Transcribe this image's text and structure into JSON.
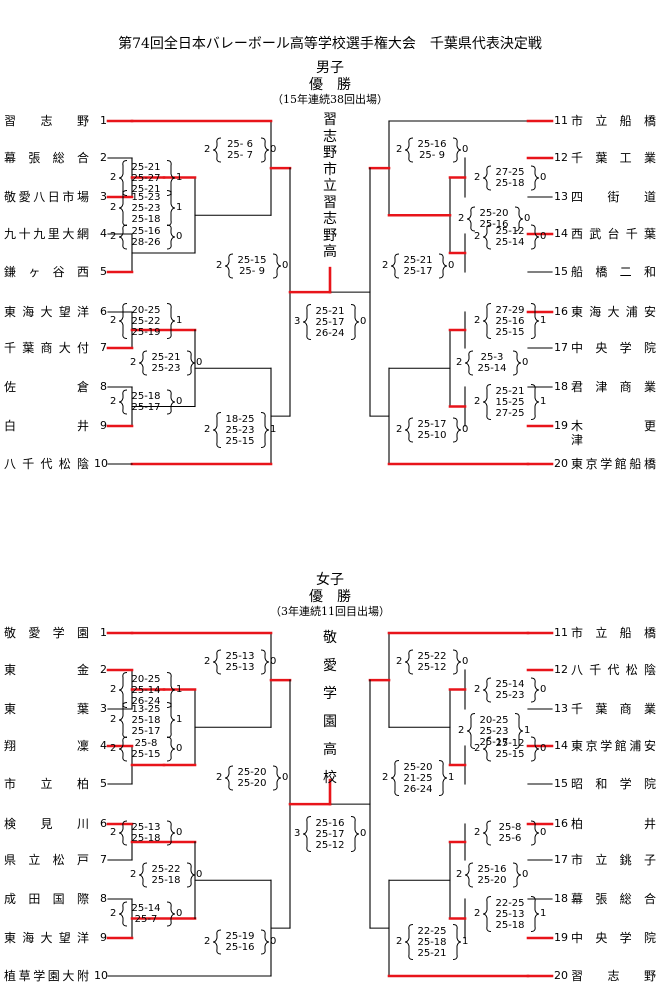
{
  "title": "第74回全日本バレーボール高等学校選手権大会　千葉県代表決定戦",
  "brackets": [
    {
      "division": "男子",
      "result": "優　勝",
      "note": "（15年連続38回出場）",
      "champion": "習志野市立習志野高",
      "left": [
        {
          "no": "1",
          "name": "習　志　野"
        },
        {
          "no": "2",
          "name": "幕張総合"
        },
        {
          "no": "3",
          "name": "敬愛八日市場"
        },
        {
          "no": "4",
          "name": "九十九里大網"
        },
        {
          "no": "5",
          "name": "鎌ヶ谷西"
        },
        {
          "no": "6",
          "name": "東海大望洋"
        },
        {
          "no": "7",
          "name": "千葉商大付"
        },
        {
          "no": "8",
          "name": "佐　　　倉"
        },
        {
          "no": "9",
          "name": "白　　　井"
        },
        {
          "no": "10",
          "name": "八千代松陰"
        }
      ],
      "right": [
        {
          "no": "11",
          "name": "市立船橋"
        },
        {
          "no": "12",
          "name": "千葉工業"
        },
        {
          "no": "13",
          "name": "四　街　道"
        },
        {
          "no": "14",
          "name": "西武台千葉"
        },
        {
          "no": "15",
          "name": "船橋二和"
        },
        {
          "no": "16",
          "name": "東海大浦安"
        },
        {
          "no": "17",
          "name": "中央学院"
        },
        {
          "no": "18",
          "name": "君津商業"
        },
        {
          "no": "19",
          "name": "木　　　更　　　津"
        },
        {
          "no": "20",
          "name": "東京学館船橋"
        }
      ],
      "matches": [
        {
          "w": "2",
          "scores": "25-21\n25-27\n25-21",
          "l": "1"
        },
        {
          "w": "2",
          "scores": "15-23\n25-23\n25-18",
          "l": "1"
        },
        {
          "w": "2",
          "scores": "25-16\n28-26",
          "l": "0"
        },
        {
          "w": "2",
          "scores": "25- 6\n25- 7",
          "l": "0"
        },
        {
          "w": "2",
          "scores": "20-25\n25-22\n25-19",
          "l": "1"
        },
        {
          "w": "2",
          "scores": "25-18\n25-17",
          "l": "0"
        },
        {
          "w": "2",
          "scores": "25-21\n25-23",
          "l": "0"
        },
        {
          "w": "2",
          "scores": "18-25\n25-23\n25-15",
          "l": "1"
        },
        {
          "w": "2",
          "scores": "25-15\n25- 9",
          "l": "0"
        },
        {
          "w": "2",
          "scores": "27-25\n25-18",
          "l": "0"
        },
        {
          "w": "2",
          "scores": "25-12\n25-14",
          "l": "0"
        },
        {
          "w": "2",
          "scores": "25-20\n25-16",
          "l": "0"
        },
        {
          "w": "2",
          "scores": "25-16\n25- 9",
          "l": "0"
        },
        {
          "w": "2",
          "scores": "27-29\n25-16\n25-15",
          "l": "1"
        },
        {
          "w": "2",
          "scores": "25-21\n15-25\n27-25",
          "l": "1"
        },
        {
          "w": "2",
          "scores": "25-3\n25-14",
          "l": "0"
        },
        {
          "w": "2",
          "scores": "25-17\n25-10",
          "l": "0"
        },
        {
          "w": "2",
          "scores": "25-21\n25-17",
          "l": "0"
        },
        {
          "w": "3",
          "scores": "25-21\n25-17\n26-24",
          "l": "0"
        }
      ]
    },
    {
      "division": "女子",
      "result": "優　勝",
      "note": "（3年連続11回目出場）",
      "champion": "敬愛学園高校",
      "left": [
        {
          "no": "1",
          "name": "敬愛学園"
        },
        {
          "no": "2",
          "name": "東　　　　金"
        },
        {
          "no": "3",
          "name": "東　　　　葉"
        },
        {
          "no": "4",
          "name": "翔　　　　凜"
        },
        {
          "no": "5",
          "name": "市　立　柏"
        },
        {
          "no": "6",
          "name": "検　見　川"
        },
        {
          "no": "7",
          "name": "県立松戸"
        },
        {
          "no": "8",
          "name": "成田国際"
        },
        {
          "no": "9",
          "name": "東海大望洋"
        },
        {
          "no": "10",
          "name": "植草学園大附"
        }
      ],
      "right": [
        {
          "no": "11",
          "name": "市立船橋"
        },
        {
          "no": "12",
          "name": "八千代松陰"
        },
        {
          "no": "13",
          "name": "千葉商業"
        },
        {
          "no": "14",
          "name": "東京学館浦安"
        },
        {
          "no": "15",
          "name": "昭和学院"
        },
        {
          "no": "16",
          "name": "柏　　　　井"
        },
        {
          "no": "17",
          "name": "市立銚子"
        },
        {
          "no": "18",
          "name": "幕張総合"
        },
        {
          "no": "19",
          "name": "中央学院"
        },
        {
          "no": "20",
          "name": "習　志　野"
        }
      ],
      "matches": [
        {
          "w": "2",
          "scores": "20-25\n25-14\n26-24",
          "l": "1"
        },
        {
          "w": "2",
          "scores": "13-25\n25-18\n25-17",
          "l": "1"
        },
        {
          "w": "2",
          "scores": "25-8\n25-15",
          "l": "0"
        },
        {
          "w": "2",
          "scores": "25-13\n25-13",
          "l": "0"
        },
        {
          "w": "2",
          "scores": "25-13\n25-18",
          "l": "0"
        },
        {
          "w": "2",
          "scores": "25-14\n25-7",
          "l": "0"
        },
        {
          "w": "2",
          "scores": "25-22\n25-18",
          "l": "0"
        },
        {
          "w": "2",
          "scores": "25-19\n25-16",
          "l": "0"
        },
        {
          "w": "2",
          "scores": "25-20\n25-20",
          "l": "0"
        },
        {
          "w": "2",
          "scores": "25-14\n25-23",
          "l": "0"
        },
        {
          "w": "2",
          "scores": "25-12\n25-15",
          "l": "0"
        },
        {
          "w": "2",
          "scores": "20-25\n25-23\n25-17",
          "l": "1"
        },
        {
          "w": "2",
          "scores": "25-22\n25-12",
          "l": "0"
        },
        {
          "w": "2",
          "scores": "25-8\n25-6",
          "l": "0"
        },
        {
          "w": "2",
          "scores": "22-25\n25-13\n25-18",
          "l": "1"
        },
        {
          "w": "2",
          "scores": "25-16\n25-20",
          "l": "0"
        },
        {
          "w": "2",
          "scores": "22-25\n25-18\n25-21",
          "l": "1"
        },
        {
          "w": "2",
          "scores": "25-20\n21-25\n26-24",
          "l": "1"
        },
        {
          "w": "3",
          "scores": "25-16\n25-17\n25-12",
          "l": "0"
        }
      ]
    }
  ],
  "colors": {
    "win_line": "#e8141a",
    "line": "#000000"
  }
}
